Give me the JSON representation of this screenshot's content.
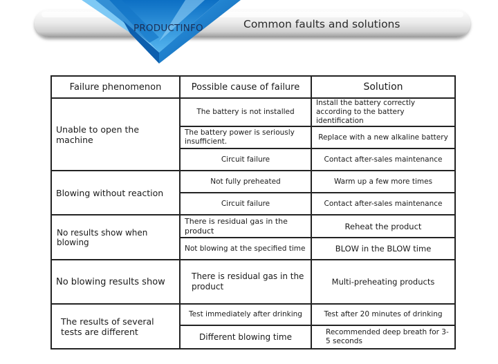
{
  "header": {
    "brand": "PRODUCTINFO",
    "title": "Common faults and solutions",
    "accent": "#1f86d6"
  },
  "table": {
    "headers": [
      "Failure phenomenon",
      "Possible cause of failure",
      "Solution"
    ],
    "groups": [
      {
        "phenomenon": "Unable to open the machine",
        "rows": [
          {
            "cause": "The battery is not installed",
            "solution": "Install the battery correctly according to the battery identification"
          },
          {
            "cause": "The battery power is seriously insufficient.",
            "solution": "Replace with a new alkaline battery"
          },
          {
            "cause": "Circuit failure",
            "solution": "Contact after-sales maintenance"
          }
        ]
      },
      {
        "phenomenon": "Blowing without reaction",
        "rows": [
          {
            "cause": "Not fully preheated",
            "solution": "Warm up a few more times"
          },
          {
            "cause": "Circuit failure",
            "solution": "Contact after-sales maintenance"
          }
        ]
      },
      {
        "phenomenon": "No results show when blowing",
        "rows": [
          {
            "cause": "There is residual gas in the product",
            "solution": "Reheat the product"
          },
          {
            "cause": "Not blowing at the specified time",
            "solution": "BLOW in the BLOW time"
          }
        ]
      },
      {
        "phenomenon": "No blowing results show",
        "rows": [
          {
            "cause": "There is residual gas in the product",
            "solution": "Multi-preheating products"
          }
        ]
      },
      {
        "phenomenon": "The results of several tests are different",
        "rows": [
          {
            "cause": "Test immediately after drinking",
            "solution": "Test after 20 minutes of drinking"
          },
          {
            "cause": "Different blowing time",
            "solution": "Recommended deep breath for 3-5 seconds"
          }
        ]
      }
    ]
  }
}
